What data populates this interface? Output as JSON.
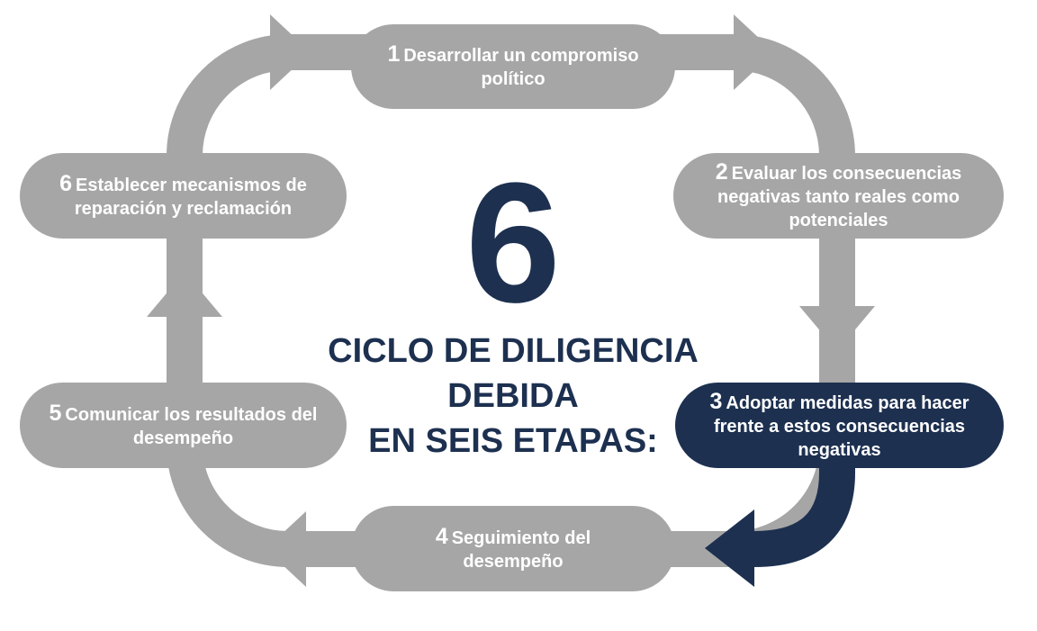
{
  "center": {
    "number": "6",
    "title_lines": [
      "CICLO DE DILIGENCIA",
      "DEBIDA",
      "EN SEIS ETAPAS:"
    ]
  },
  "steps": [
    {
      "number": "1",
      "text": "Desarrollar un compromiso político"
    },
    {
      "number": "2",
      "text": "Evaluar los consecuencias negativas tanto reales como potenciales"
    },
    {
      "number": "3",
      "text": "Adoptar medidas para hacer frente a estos consecuencias negativas"
    },
    {
      "number": "4",
      "text": "Seguimiento del desempeño"
    },
    {
      "number": "5",
      "text": "Comunicar los resultados del desempeño"
    },
    {
      "number": "6",
      "text": "Establecer mecanismos de reparación y reclamación"
    }
  ],
  "colors": {
    "grey": "#a6a6a6",
    "navy": "#1d3050"
  }
}
